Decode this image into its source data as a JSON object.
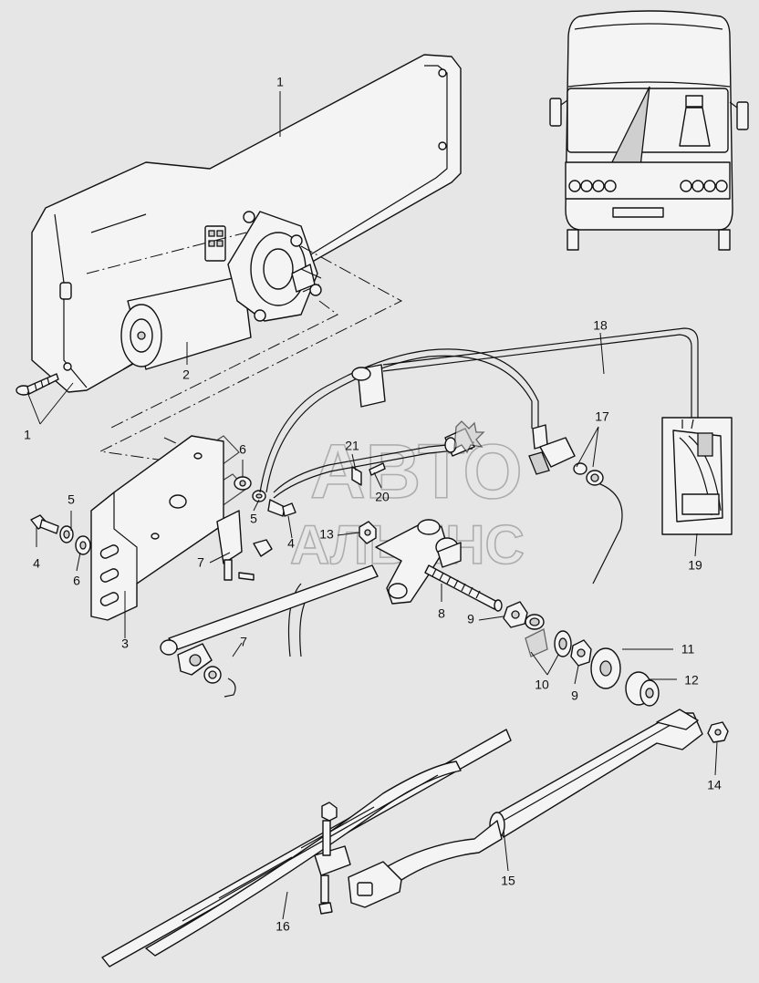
{
  "watermark": {
    "line1": "АВТО",
    "line2": "АЛЬЯНС"
  },
  "callouts": {
    "c1a": "1",
    "c1b": "1",
    "c2": "2",
    "c3": "3",
    "c4a": "4",
    "c4b": "4",
    "c5a": "5",
    "c5b": "5",
    "c6a": "6",
    "c6b": "6",
    "c7a": "7",
    "c7b": "7",
    "c8": "8",
    "c9a": "9",
    "c9b": "9",
    "c10": "10",
    "c11": "11",
    "c12": "12",
    "c13": "13",
    "c14": "14",
    "c15": "15",
    "c16": "16",
    "c17": "17",
    "c18": "18",
    "c19": "19",
    "c20": "20",
    "c21": "21"
  }
}
